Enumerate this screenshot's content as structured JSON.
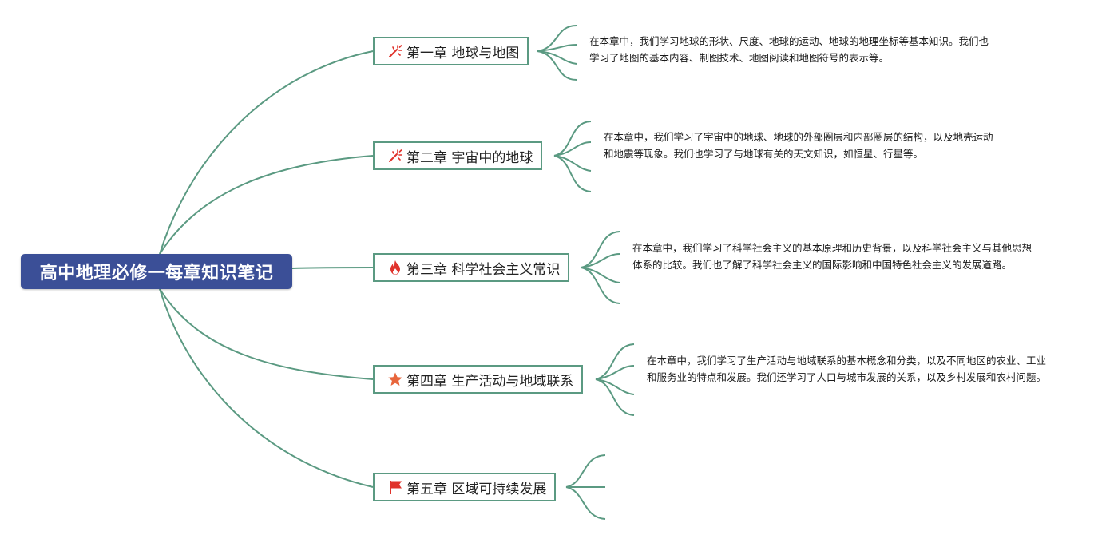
{
  "root": {
    "title": "高中地理必修一每章知识笔记"
  },
  "chapters": [
    {
      "label": "第一章 地球与地图",
      "icon": "sparkle-wand-icon",
      "note": "在本章中，我们学习地球的形状、尺度、地球的运动、地球的地理坐标等基本知识。我们也学习了地图的基本内容、制图技术、地图阅读和地图符号的表示等。"
    },
    {
      "label": "第二章 宇宙中的地球",
      "icon": "sparkle-wand-icon",
      "note": "在本章中，我们学习了宇宙中的地球、地球的外部圈层和内部圈层的结构，以及地壳运动和地震等现象。我们也学习了与地球有关的天文知识，如恒星、行星等。"
    },
    {
      "label": "第三章 科学社会主义常识",
      "icon": "fire-icon",
      "note": "在本章中，我们学习了科学社会主义的基本原理和历史背景，以及科学社会主义与其他思想体系的比较。我们也了解了科学社会主义的国际影响和中国特色社会主义的发展道路。"
    },
    {
      "label": "第四章 生产活动与地域联系",
      "icon": "star-icon",
      "note": "在本章中，我们学习了生产活动与地域联系的基本概念和分类，以及不同地区的农业、工业和服务业的特点和发展。我们还学习了人口与城市发展的关系，以及乡村发展和农村问题。"
    },
    {
      "label": "第五章 区域可持续发展",
      "icon": "flag-icon",
      "note": ""
    }
  ],
  "colors": {
    "root_fill": "#3b4f97",
    "connector": "#5b9a82",
    "icon_red": "#e0322b",
    "icon_orange": "#e8663c"
  }
}
